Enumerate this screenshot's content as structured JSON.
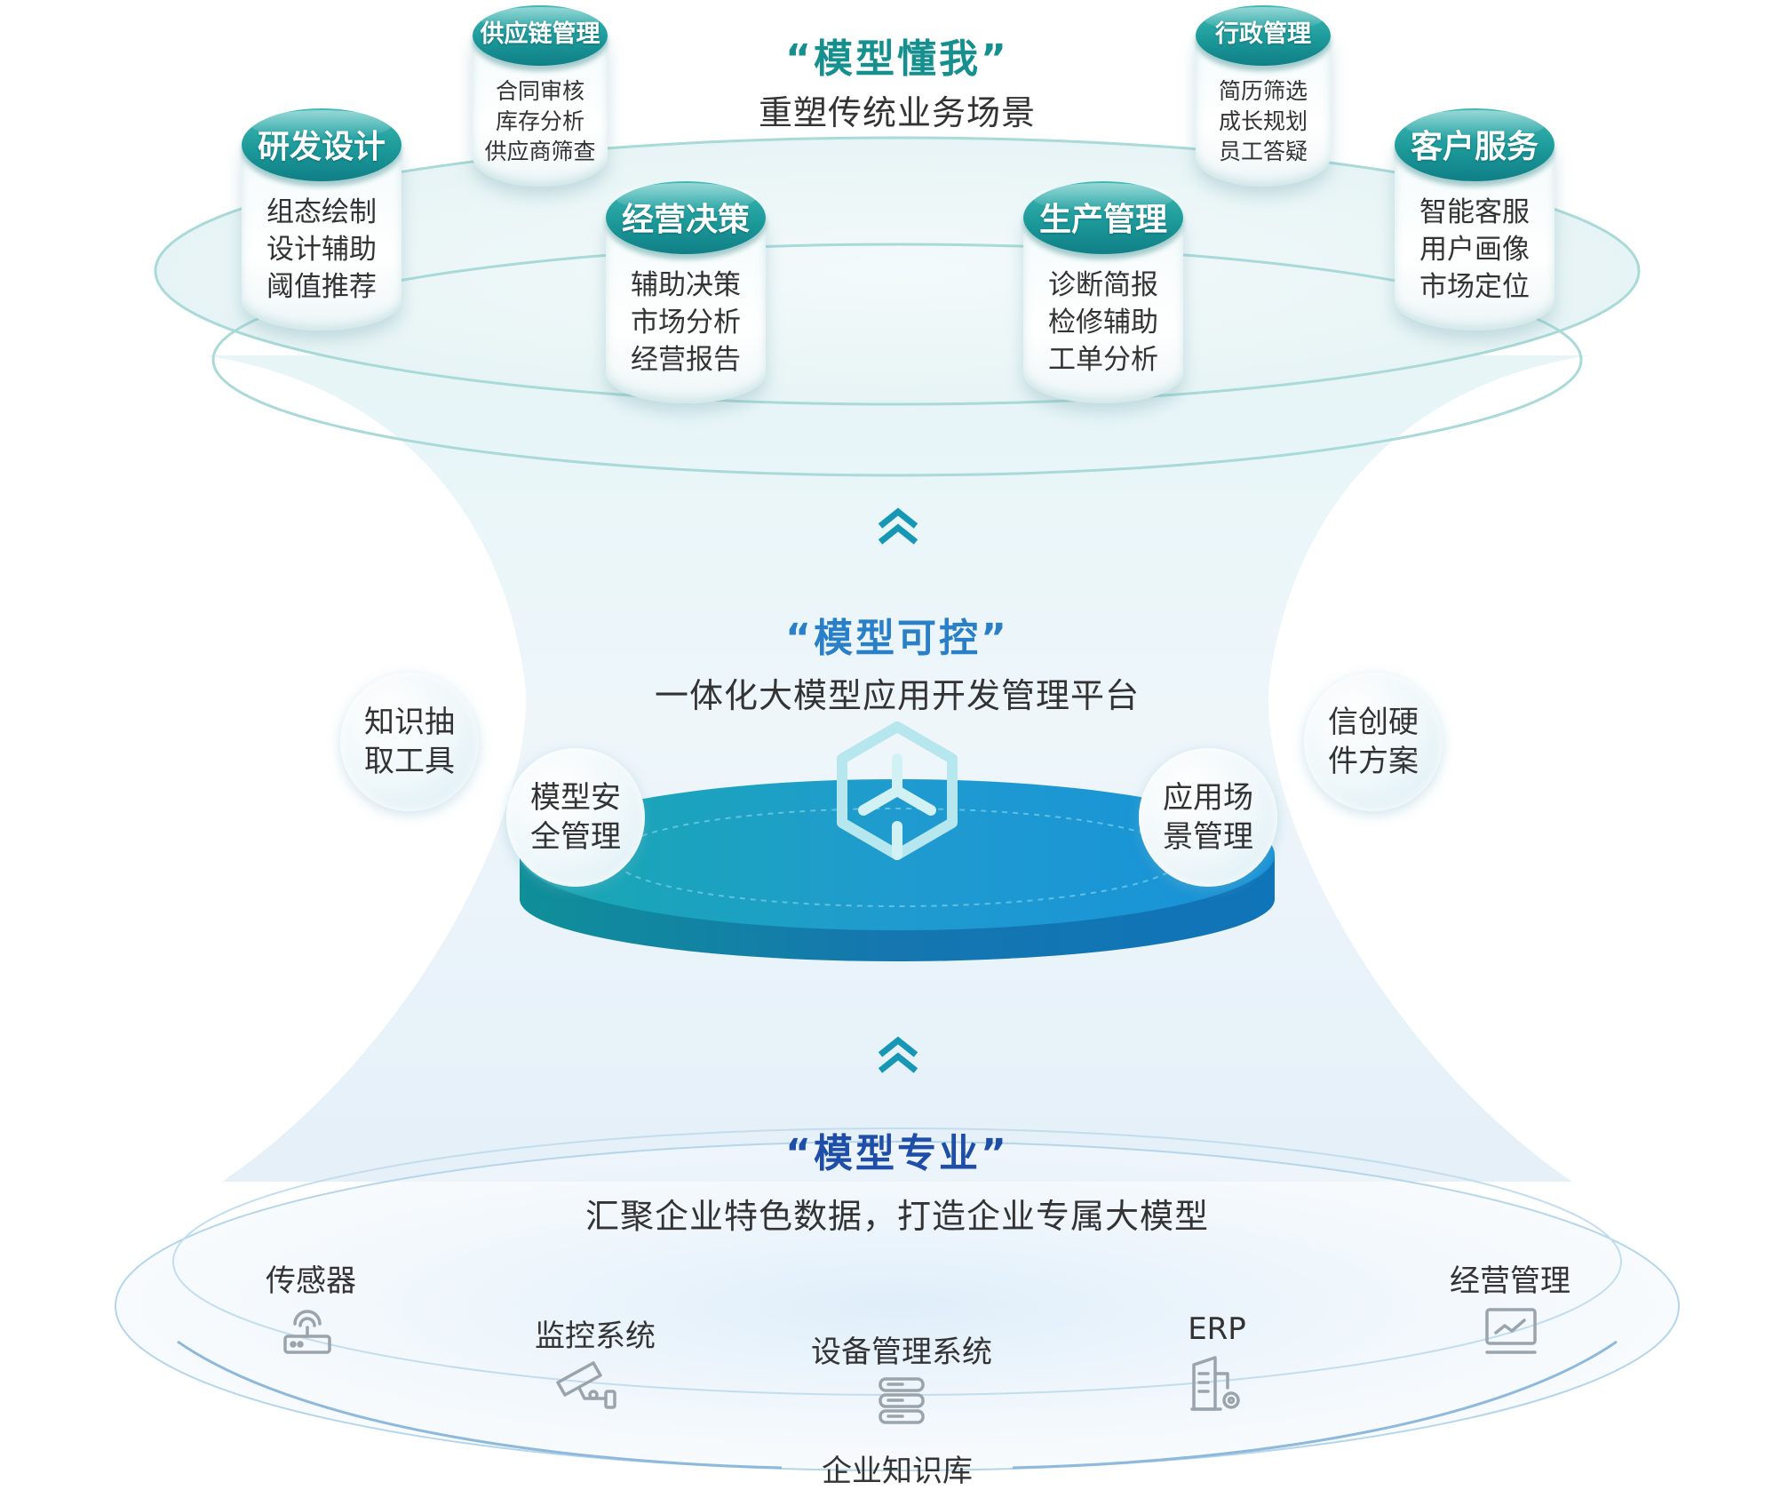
{
  "top": {
    "title": "“模型懂我”",
    "subtitle": "重塑传统业务场景",
    "cylinders": [
      {
        "title": "研发设计",
        "items": [
          "组态绘制",
          "设计辅助",
          "阈值推荐"
        ]
      },
      {
        "title": "供应链管理",
        "items": [
          "合同审核",
          "库存分析",
          "供应商筛查"
        ]
      },
      {
        "title": "经营决策",
        "items": [
          "辅助决策",
          "市场分析",
          "经营报告"
        ]
      },
      {
        "title": "生产管理",
        "items": [
          "诊断简报",
          "检修辅助",
          "工单分析"
        ]
      },
      {
        "title": "行政管理",
        "items": [
          "简历筛选",
          "成长规划",
          "员工答疑"
        ]
      },
      {
        "title": "客户服务",
        "items": [
          "智能客服",
          "用户画像",
          "市场定位"
        ]
      }
    ]
  },
  "middle": {
    "title": "“模型可控”",
    "subtitle": "一体化大模型应用开发管理平台",
    "bubbles": {
      "knowledge": [
        "知识抽",
        "取工具"
      ],
      "security": [
        "模型安",
        "全管理"
      ],
      "scene": [
        "应用场",
        "景管理"
      ],
      "xinchuang": [
        "信创硬",
        "件方案"
      ]
    }
  },
  "bottom": {
    "title": "“模型专业”",
    "subtitle": "汇聚企业特色数据，打造企业专属大模型",
    "sources": [
      {
        "label": "传感器",
        "icon": "router-icon"
      },
      {
        "label": "监控系统",
        "icon": "camera-icon"
      },
      {
        "label": "设备管理系统",
        "icon": "server-icon"
      },
      {
        "label": "ERP",
        "icon": "building-icon"
      },
      {
        "label": "经营管理",
        "icon": "monitor-chart-icon"
      }
    ],
    "footer": "企业知识库"
  },
  "colors": {
    "teal": "#1d9a9a",
    "teal_title": "#16908f",
    "blue_title": "#2a6fd0",
    "navy_title": "#1f4ea8",
    "icon_gray": "#9aa4ad"
  }
}
